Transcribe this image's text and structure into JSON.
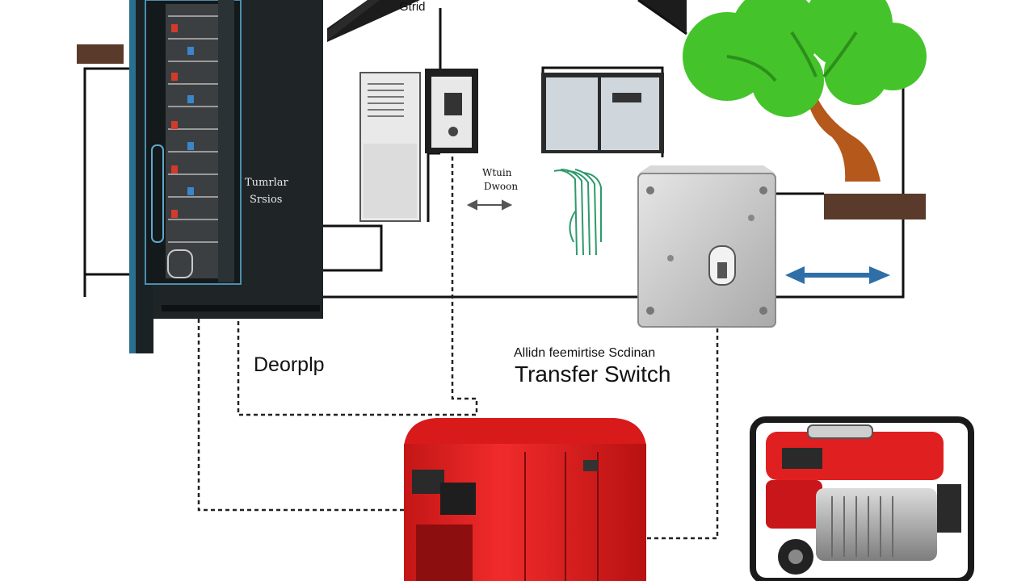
{
  "labels": {
    "grid": "Gtrid",
    "panel_line1": "Tumrlar",
    "panel_line2": "Srsios",
    "wiring_line1": "Wtuin",
    "wiring_line2": "Dwoon",
    "left_device": "Deorplp",
    "switch_caption_small": "Allidn feemirtise Scdinan",
    "switch_caption_large": "Transfer Switch"
  },
  "colors": {
    "panel_body": "#1f2427",
    "panel_edge": "#2b6f8f",
    "generator_red": "#e02020",
    "tree_green": "#44c42a",
    "trunk_brown": "#b5581c",
    "dark_bar": "#5a3a2a",
    "arrow_blue": "#2f6fa8",
    "switch_gray": "#cfcfcf",
    "wire_green": "#2e9a6a"
  },
  "icons": [
    "house-roof-icon",
    "tree-icon",
    "breaker-panel-icon",
    "meter-box-icon",
    "disconnect-box-icon",
    "transfer-switch-icon",
    "standby-generator-icon",
    "portable-generator-icon",
    "double-arrow-icon",
    "wire-bundle-icon"
  ]
}
